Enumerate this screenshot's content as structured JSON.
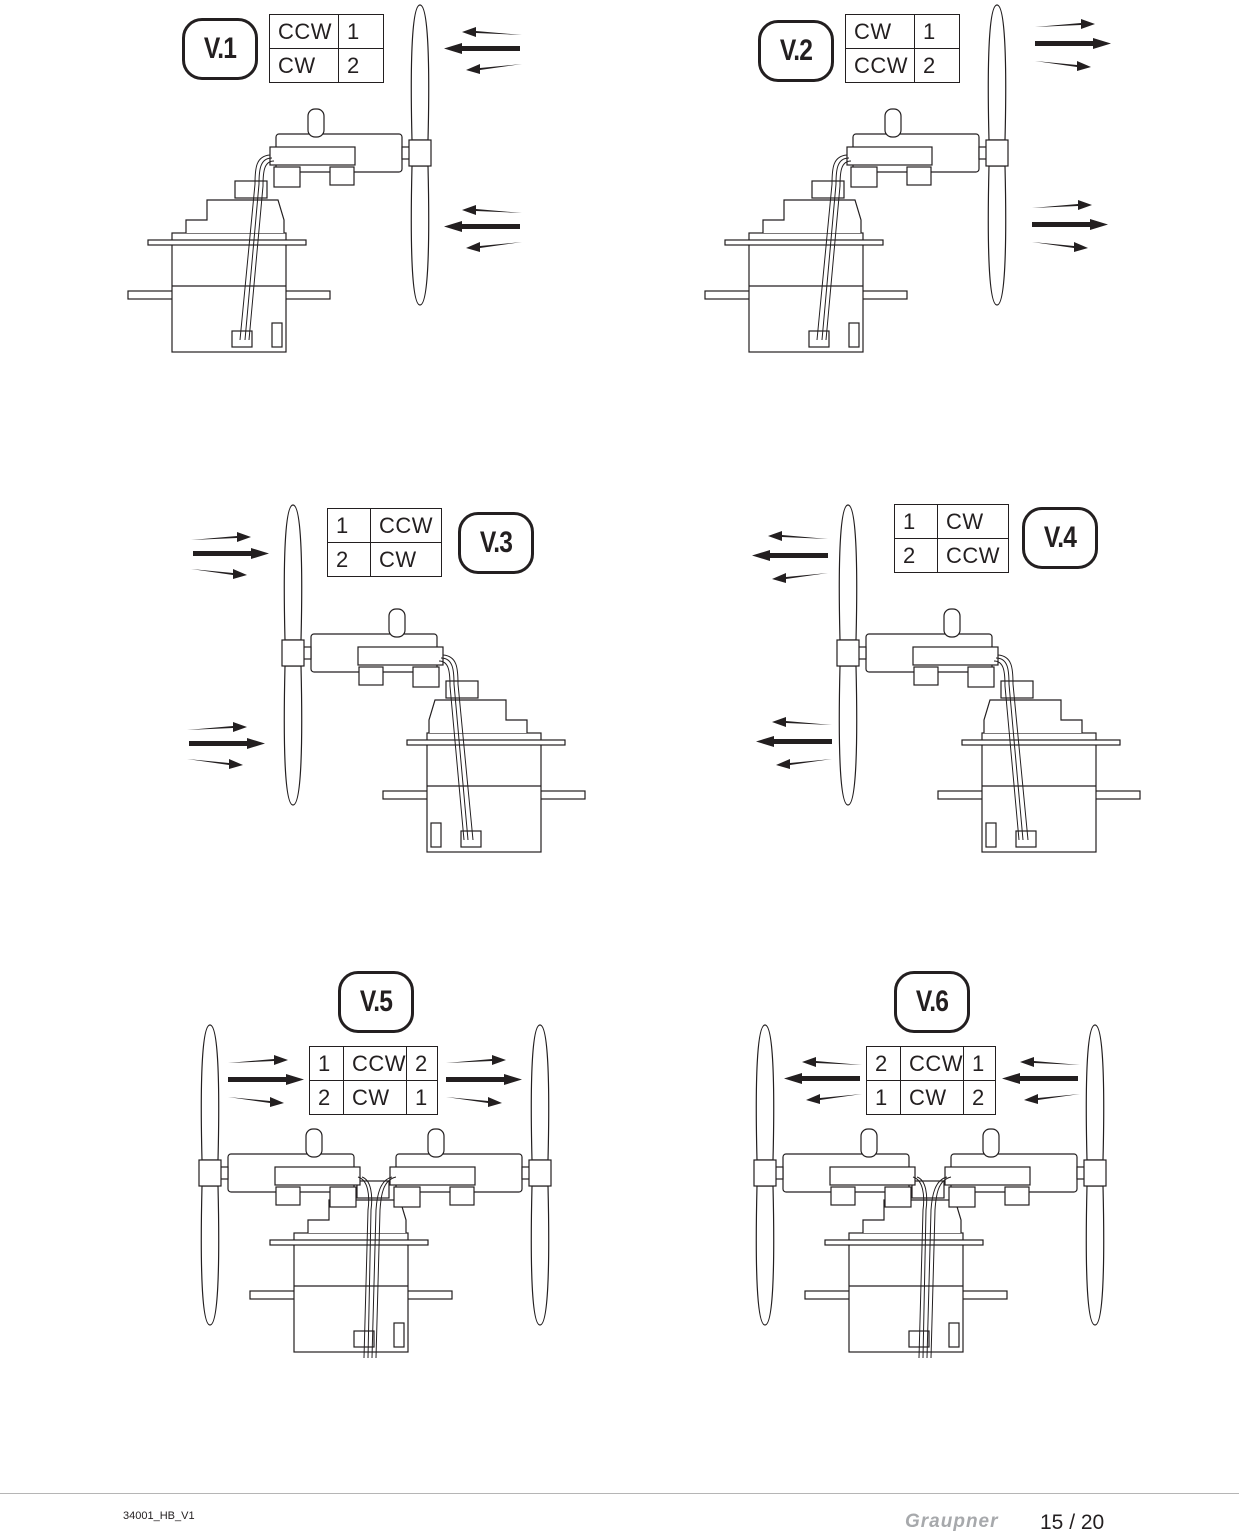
{
  "variants": [
    {
      "badge": "V.1",
      "rows": [
        [
          "CCW",
          "1"
        ],
        [
          "CW",
          "2"
        ]
      ]
    },
    {
      "badge": "V.2",
      "rows": [
        [
          "CW",
          "1"
        ],
        [
          "CCW",
          "2"
        ]
      ]
    },
    {
      "badge": "V.3",
      "rows": [
        [
          "1",
          "CCW"
        ],
        [
          "2",
          "CW"
        ]
      ]
    },
    {
      "badge": "V.4",
      "rows": [
        [
          "1",
          "CW"
        ],
        [
          "2",
          "CCW"
        ]
      ]
    },
    {
      "badge": "V.5",
      "rows": [
        [
          "1",
          "CCW",
          "2"
        ],
        [
          "2",
          "CW",
          "1"
        ]
      ]
    },
    {
      "badge": "V.6",
      "rows": [
        [
          "2",
          "CCW",
          "1"
        ],
        [
          "1",
          "CW",
          "2"
        ]
      ]
    }
  ],
  "footer": {
    "doc_id": "34001_HB_V1",
    "brand": "Graupner",
    "page": "15 / 20"
  }
}
